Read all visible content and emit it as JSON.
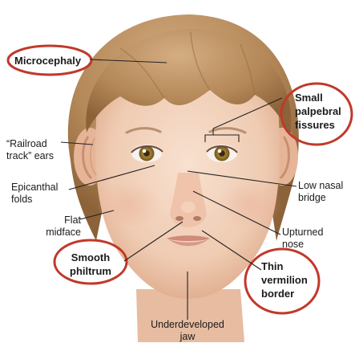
{
  "labels": {
    "microcephaly": "Microcephaly",
    "small_palpebral_fissures": "Small\npalpebral\nfissures",
    "railroad_track_ears": "“Railroad\ntrack” ears",
    "epicanthal_folds": "Epicanthal\nfolds",
    "low_nasal_bridge": "Low nasal\nbridge",
    "flat_midface": "Flat\nmidface",
    "upturned_nose": "Upturned\nnose",
    "smooth_philtrum": "Smooth\nphiltrum",
    "thin_vermilion_border": "Thin\nvermilion\nborder",
    "underdeveloped_jaw": "Underdeveloped\njaw"
  },
  "colors": {
    "highlight_ring": "#c0392b",
    "skin": "#f1d2bd",
    "hair": "#b58a5e",
    "eye_iris": "#8a6a28",
    "leader_line": "#222222"
  }
}
